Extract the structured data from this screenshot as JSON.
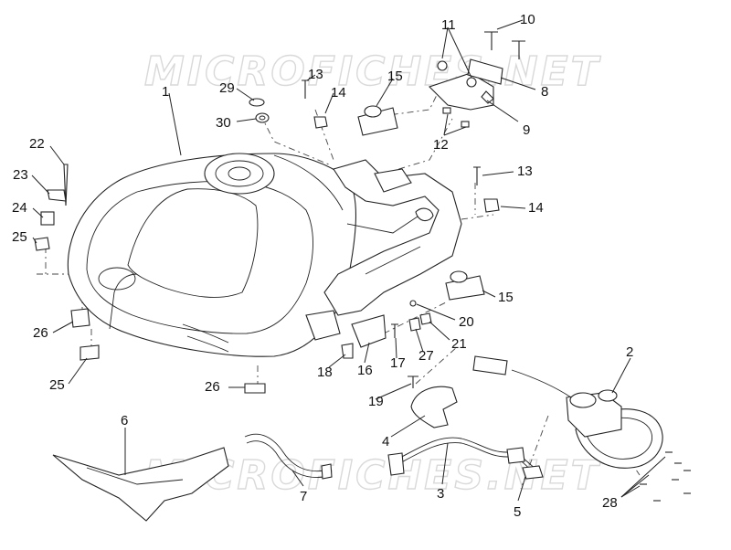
{
  "watermark": "MICROFICHES.NET",
  "callouts": [
    "1",
    "2",
    "3",
    "4",
    "5",
    "6",
    "7",
    "8",
    "9",
    "10",
    "11",
    "12",
    "13",
    "14",
    "15",
    "16",
    "17",
    "18",
    "19",
    "20",
    "21",
    "22",
    "23",
    "24",
    "25",
    "26",
    "27",
    "28",
    "29",
    "30"
  ],
  "colors": {
    "line": "#222222",
    "watermark": "#d9d9d9",
    "background": "#ffffff"
  }
}
